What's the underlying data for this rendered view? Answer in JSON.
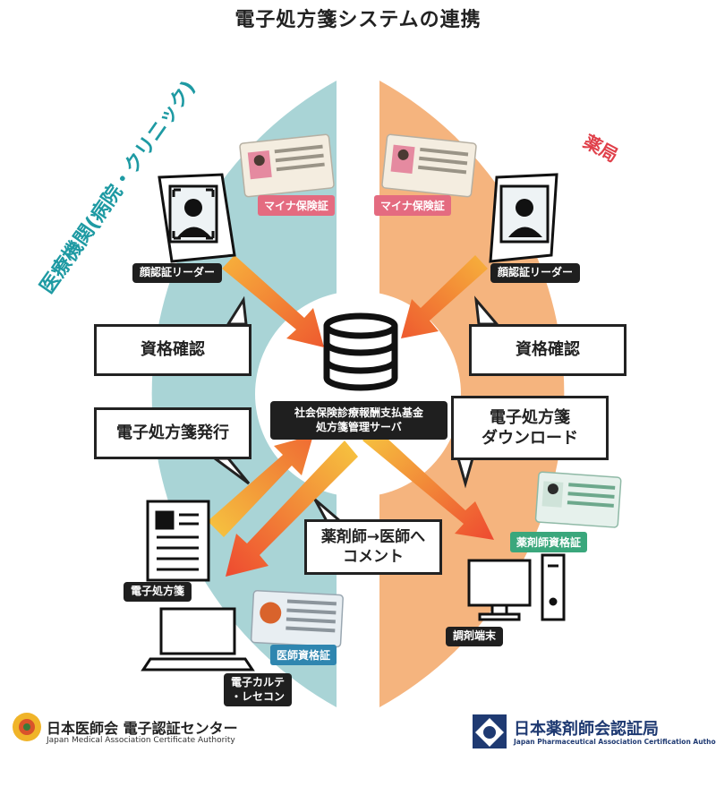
{
  "title": "電子処方箋システムの連携",
  "sections": {
    "medical": "医療機関(病院・クリニック)",
    "pharmacy": "薬局"
  },
  "colors": {
    "medical_bg": "#a9d4d6",
    "pharmacy_bg": "#f5b47e",
    "medical_text": "#1e9aa3",
    "pharmacy_text": "#e0404a",
    "arrow_orange": "#f08a3b",
    "arrow_yellow": "#f6c23e"
  },
  "left": {
    "face_reader": "顔認証リーダー",
    "my_card": "マイナ保険証",
    "verify": "資格確認",
    "issue": "電子処方箋発行",
    "prescription": "電子処方箋",
    "doctor_cert": "医師資格証",
    "ehr_line1": "電子カルテ",
    "ehr_line2": "・レセコン"
  },
  "right": {
    "face_reader": "顔認証リーダー",
    "my_card": "マイナ保険証",
    "verify": "資格確認",
    "download_line1": "電子処方箋",
    "download_line2": "ダウンロード",
    "pharmacist_cert": "薬剤師資格証",
    "terminal": "調剤端末"
  },
  "center": {
    "server_line1": "社会保険診療報酬支払基金",
    "server_line2": "処方箋管理サーバ",
    "comment_line1": "薬剤師→医師へ",
    "comment_line2": "コメント"
  },
  "logos": {
    "jma_name": "日本医師会 電子認証センター",
    "jma_sub": "Japan Medical Association Certificate Authority",
    "jpa_name": "日本薬剤師会認証局",
    "jpa_sub": "Japan Pharmaceutical Association Certification Authority"
  }
}
